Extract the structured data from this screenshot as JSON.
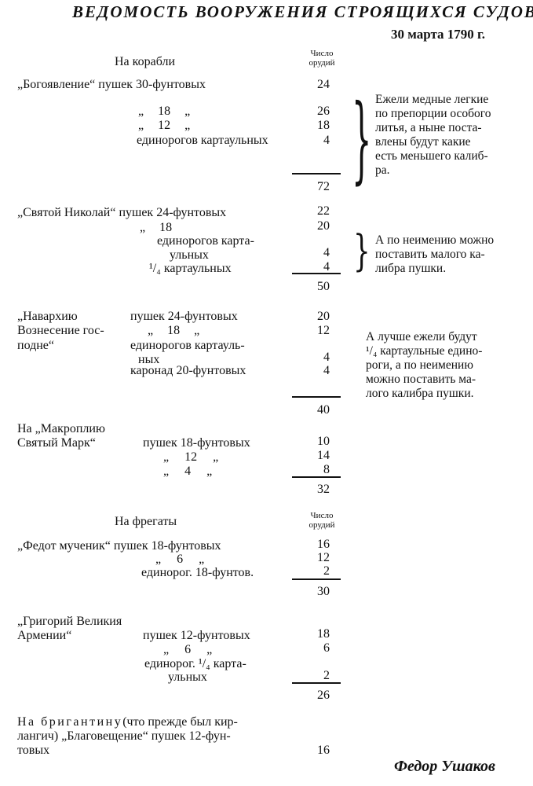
{
  "doc": {
    "title": "ВЕДОМОСТЬ ВООРУЖЕНИЯ СТРОЯЩИХСЯ СУДОВ",
    "date": "30 марта 1790 г.",
    "signature": "Федор Ушаков"
  },
  "ships_section": {
    "heading": "На корабли",
    "col_header_1": "Число",
    "col_header_2": "орудий"
  },
  "frigates_section": {
    "heading": "На фрегаты",
    "col_header_1": "Число",
    "col_header_2": "орудий"
  },
  "bogoyavlenie": {
    "name": "„Богоявление“ пушек 30-фунтовых",
    "n1": "24",
    "r2": "„ 18 „",
    "n2": "26",
    "r3": "„ 12 „",
    "n3": "18",
    "r4": "единорогов картаульных",
    "n4": "4",
    "total": "72",
    "note": [
      "Ежели медные легкие",
      "по препорции особого",
      "литья, а ныне поста-",
      "влены будут какие",
      "есть меньшего калиб-",
      "ра."
    ]
  },
  "nikolai": {
    "name": "„Святой Николай“ пушек 24-фунтовых",
    "n1": "22",
    "r2": "„ 18",
    "n2": "20",
    "r3a": "единорогов карта-",
    "r3b": "ульных",
    "n3": "4",
    "r4": "¹/₄ картаульных",
    "n4": "4",
    "total": "50",
    "note": [
      "А по неимению можно",
      "поставить малого ка-",
      "либра пушки."
    ]
  },
  "navarkhiya": {
    "name_l1": "„Навархию",
    "name_l2": "Вознесение гос-",
    "name_l3": "подне“",
    "r1": "пушек 24-фунтовых",
    "n1": "20",
    "r2": "„ 18 „",
    "n2": "12",
    "r3a": "единорогов картауль-",
    "r3b": "ных",
    "n3": "4",
    "r4": "каронад 20-фунтовых",
    "n4": "4",
    "total": "40",
    "note": [
      "А лучше ежели будут",
      "¹/₄ картаульные едино-",
      "роги, а по неимению",
      "можно поставить ма-",
      "лого калибра пушки."
    ]
  },
  "makropliya": {
    "name_l1": "На „Макроплию",
    "name_l2": "Святый Марк“",
    "r1": "пушек 18-фунтовых",
    "n1": "10",
    "r2": "„ 12 „",
    "n2": "14",
    "r3": "„ 4 „",
    "n3": "8",
    "total": "32"
  },
  "fedot": {
    "name": "„Федот мученик“ пушек 18-фунтовых",
    "n1": "16",
    "r2": "„ 6 „",
    "n2": "12",
    "r3": "единорог. 18-фунтов.",
    "n3": "2",
    "total": "30"
  },
  "grigoriy": {
    "name_l1": "„Григорий Великия",
    "name_l2": "Армении“",
    "r1": "пушек 12-фунтовых",
    "n1": "18",
    "r2": "„ 6 „",
    "n2": "6",
    "r3a": "единорог. ¹/₄ карта-",
    "r3b": "ульных",
    "n3": "2",
    "total": "26"
  },
  "brigantine": {
    "l1_spaced": "На бригантину",
    "l1_rest": "(что прежде был кир-",
    "l2": "лангич) „Благовещение“ пушек 12-фун-",
    "l3": "товых",
    "n1": "16"
  }
}
